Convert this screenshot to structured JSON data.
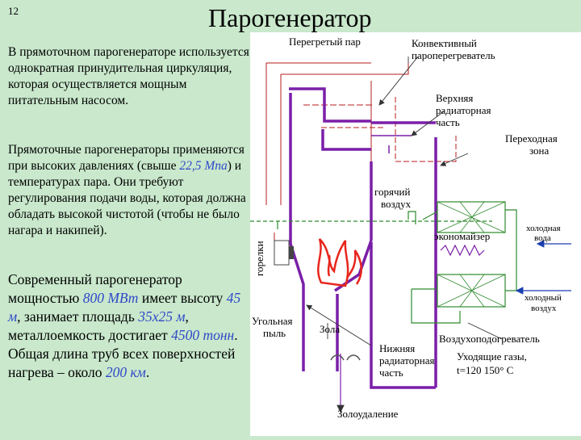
{
  "slide_number": "12",
  "title": "Парогенератор",
  "paragraph1": "В прямоточном парогенераторе используется однократная принудительная циркуляция, которая осуществляется мощным питательным насосом.",
  "paragraph2": {
    "before": "Прямоточные парогенераторы применяются при высоких давлениях (свыше ",
    "highlight": "22,5 Мпа",
    "after": ") и температурах пара. Они требуют регулирования подачи воды, которая должна обладать высокой чистотой (чтобы не было нагара и накипей)."
  },
  "paragraph3": {
    "t1": "Современный парогенератор мощностью ",
    "v1": "800 МВт",
    "t2": " имеет высоту ",
    "v2": "45 м",
    "t3": ", занимает площадь ",
    "v3": "35х25 м",
    "t4": ", металлоемкость достигает ",
    "v4": "4500 тонн",
    "t5": ". Общая длина труб всех поверхностей нагрева – около ",
    "v5": "200 км",
    "t6": "."
  },
  "diagram": {
    "labels": {
      "superheated_steam": "Перегретый пар",
      "convective_1": "Конвективный",
      "convective_2": "пароперегреватель",
      "upper_1": "Верхняя",
      "upper_2": "радиаторная",
      "upper_3": "часть",
      "transition_1": "Переходная",
      "transition_2": "зона",
      "hot_air_1": "горячий",
      "hot_air_2": "воздух",
      "economizer": "экономайзер",
      "cold_water_1": "холодная",
      "cold_water_2": "вода",
      "burners": "горелки",
      "cold_air_1": "холодный",
      "cold_air_2": "воздух",
      "coal_1": "Угольная",
      "coal_2": "пыль",
      "ash": "Зола",
      "lower_1": "Нижняя",
      "lower_2": "радиаторная",
      "lower_3": "часть",
      "air_heater": "Воздухоподогреватель",
      "flue_gases": "Уходящие газы,",
      "temperature": "t=120 150° С",
      "ash_removal": "Золоудаление"
    },
    "colors": {
      "boiler_wall": "#7a1fa8",
      "steam_lines": "#b81c1c",
      "air_lines": "#2e8b2e",
      "flame": "#e8261c",
      "leaders": "#333333"
    }
  }
}
